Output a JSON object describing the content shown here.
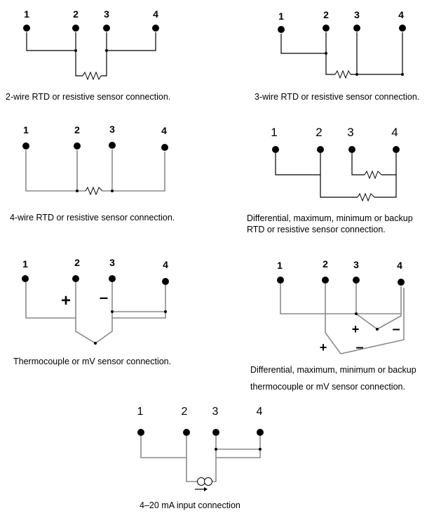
{
  "diagrams": [
    {
      "id": "2wire",
      "terminals": [
        "1",
        "2",
        "3",
        "4"
      ],
      "caption": [
        "2-wire RTD or resistive sensor connection."
      ]
    },
    {
      "id": "3wire",
      "terminals": [
        "1",
        "2",
        "3",
        "4"
      ],
      "caption": [
        "3-wire RTD or resistive sensor connection."
      ]
    },
    {
      "id": "4wire",
      "terminals": [
        "1",
        "2",
        "3",
        "4"
      ],
      "caption": [
        "4-wire RTD or resistive sensor connection."
      ]
    },
    {
      "id": "diff-rtd",
      "terminals": [
        "1",
        "2",
        "3",
        "4"
      ],
      "caption": [
        "Differential, maximum, minimum or backup",
        "RTD or resistive sensor connection."
      ]
    },
    {
      "id": "thermocouple",
      "terminals": [
        "1",
        "2",
        "3",
        "4"
      ],
      "signs": [
        "+",
        "–"
      ],
      "caption": [
        "Thermocouple or mV sensor connection."
      ]
    },
    {
      "id": "diff-tc",
      "terminals": [
        "1",
        "2",
        "3",
        "4"
      ],
      "signs": [
        "+",
        "–",
        "+",
        "–"
      ],
      "caption": [
        "Differential, maximum, minimum or backup",
        "thermocouple or mV sensor connection."
      ]
    },
    {
      "id": "ma-input",
      "terminals": [
        "1",
        "2",
        "3",
        "4"
      ],
      "caption": [
        "4–20 mA input connection"
      ]
    }
  ]
}
